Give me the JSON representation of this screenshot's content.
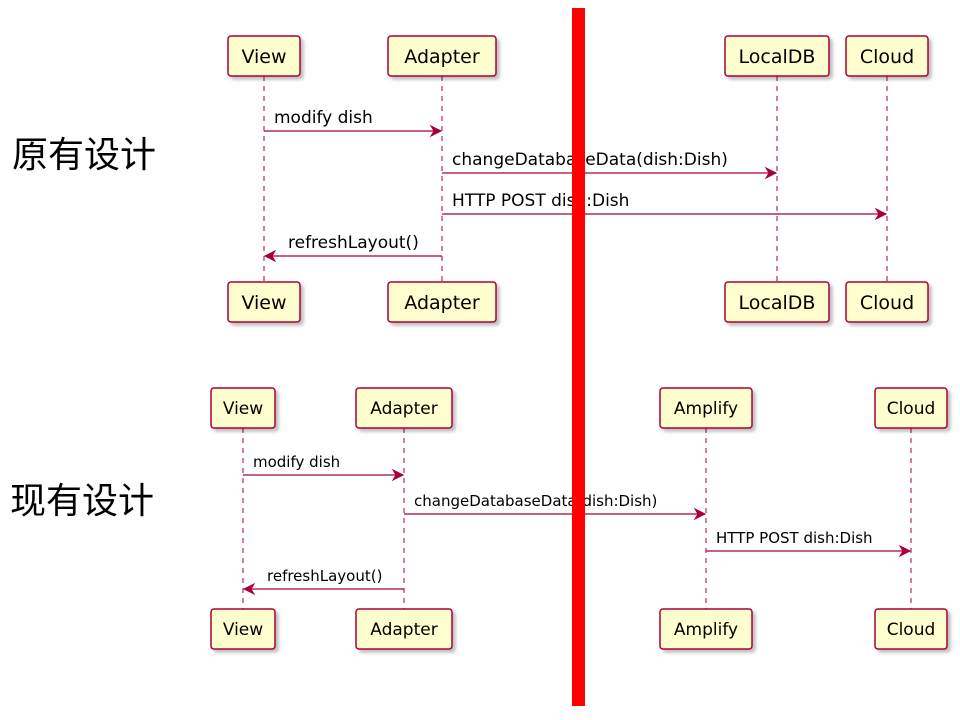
{
  "sections": [
    {
      "label": "原有设计",
      "participants": [
        {
          "id": "view",
          "name": "View"
        },
        {
          "id": "adapter",
          "name": "Adapter"
        },
        {
          "id": "localdb",
          "name": "LocalDB"
        },
        {
          "id": "cloud",
          "name": "Cloud"
        }
      ],
      "messages": [
        {
          "from": "view",
          "to": "adapter",
          "text": "modify dish"
        },
        {
          "from": "adapter",
          "to": "localdb",
          "text": "changeDatabaseData(dish:Dish)"
        },
        {
          "from": "adapter",
          "to": "cloud",
          "text": "HTTP POST dish:Dish"
        },
        {
          "from": "adapter",
          "to": "view",
          "text": "refreshLayout()"
        }
      ]
    },
    {
      "label": "现有设计",
      "participants": [
        {
          "id": "view",
          "name": "View"
        },
        {
          "id": "adapter",
          "name": "Adapter"
        },
        {
          "id": "amplify",
          "name": "Amplify"
        },
        {
          "id": "cloud",
          "name": "Cloud"
        }
      ],
      "messages": [
        {
          "from": "view",
          "to": "adapter",
          "text": "modify dish"
        },
        {
          "from": "adapter",
          "to": "amplify",
          "text": "changeDatabaseData(dish:Dish)"
        },
        {
          "from": "amplify",
          "to": "cloud",
          "text": "HTTP POST dish:Dish"
        },
        {
          "from": "adapter",
          "to": "view",
          "text": "refreshLayout()"
        }
      ]
    }
  ],
  "colors": {
    "box_fill": "#fefece",
    "box_stroke": "#a80036",
    "arrow": "#a80036",
    "lifeline": "#a80036",
    "divider": "#ff0000",
    "text": "#000000"
  }
}
